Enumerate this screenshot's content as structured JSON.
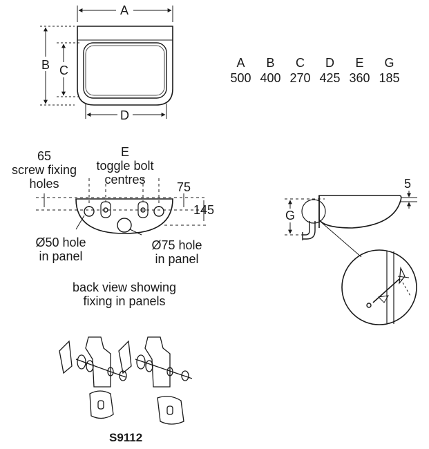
{
  "dimensions": [
    {
      "key": "A",
      "value": "500"
    },
    {
      "key": "B",
      "value": "400"
    },
    {
      "key": "C",
      "value": "270"
    },
    {
      "key": "D",
      "value": "425"
    },
    {
      "key": "E",
      "value": "360"
    },
    {
      "key": "G",
      "value": "185"
    }
  ],
  "top_view": {
    "label_a": "A",
    "label_b": "B",
    "label_c": "C",
    "label_d": "D"
  },
  "back_view": {
    "dim_65": "65",
    "screw_holes_line1": "screw fixing",
    "screw_holes_line2": "holes",
    "label_e": "E",
    "toggle_line1": "toggle bolt",
    "toggle_line2": "centres",
    "dim_75": "75",
    "dim_145": "145",
    "hole50_line1": "Ø50 hole",
    "hole50_line2": "in panel",
    "hole75_line1": "Ø75 hole",
    "hole75_line2": "in panel",
    "caption_line1": "back view showing",
    "caption_line2": "fixing in panels"
  },
  "side_view": {
    "label_g": "G",
    "dim_5": "5"
  },
  "part_code": "S9112"
}
